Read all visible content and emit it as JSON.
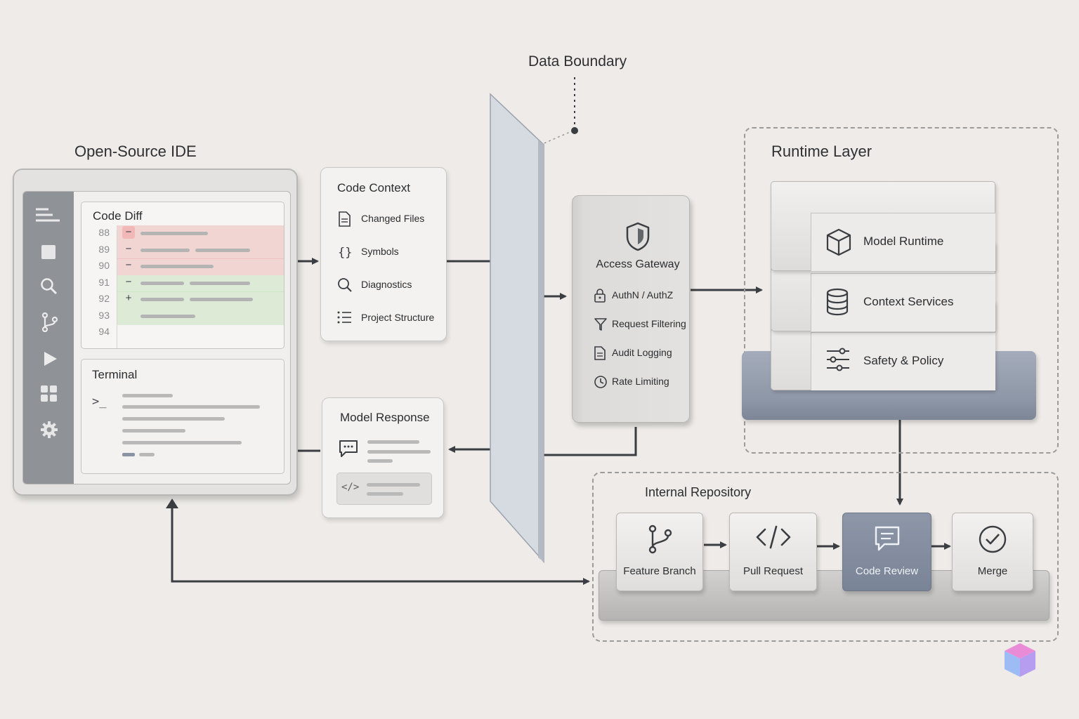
{
  "boundary": {
    "label": "Data Boundary"
  },
  "ide": {
    "title": "Open-Source IDE",
    "sidebar_icons": [
      "explorer-icon",
      "square-icon",
      "search-icon",
      "branch-icon",
      "run-icon",
      "extensions-icon",
      "gear-icon"
    ],
    "code_diff": {
      "title": "Code Diff",
      "lines": [
        {
          "num": "88",
          "mark": "−",
          "type": "removed"
        },
        {
          "num": "89",
          "mark": "−",
          "type": "removed"
        },
        {
          "num": "90",
          "mark": "−",
          "type": "removed"
        },
        {
          "num": "91",
          "mark": "−",
          "type": "added"
        },
        {
          "num": "92",
          "mark": "+",
          "type": "added"
        },
        {
          "num": "93",
          "mark": "",
          "type": "added"
        },
        {
          "num": "94",
          "mark": "",
          "type": "plain"
        }
      ]
    },
    "terminal": {
      "title": "Terminal",
      "prompt": ">_"
    }
  },
  "code_context": {
    "title": "Code Context",
    "items": [
      {
        "icon": "file-icon",
        "label": "Changed Files"
      },
      {
        "icon": "braces-icon",
        "label": "Symbols"
      },
      {
        "icon": "search-icon",
        "label": "Diagnostics"
      },
      {
        "icon": "list-icon",
        "label": "Project Structure"
      }
    ]
  },
  "model_response": {
    "title": "Model Response"
  },
  "gateway": {
    "title": "Access Gateway",
    "items": [
      {
        "icon": "lock-icon",
        "label": "AuthN / AuthZ"
      },
      {
        "icon": "filter-icon",
        "label": "Request Filtering"
      },
      {
        "icon": "document-icon",
        "label": "Audit Logging"
      },
      {
        "icon": "clock-icon",
        "label": "Rate Limiting"
      }
    ]
  },
  "runtime": {
    "title": "Runtime Layer",
    "layers": [
      {
        "icon": "cube-icon",
        "label": "Model Runtime"
      },
      {
        "icon": "database-icon",
        "label": "Context Services"
      },
      {
        "icon": "sliders-icon",
        "label": "Safety & Policy"
      }
    ]
  },
  "repo": {
    "title": "Internal Repository",
    "steps": [
      {
        "icon": "branch-icon",
        "label": "Feature Branch",
        "highlight": false
      },
      {
        "icon": "code-icon",
        "label": "Pull Request",
        "highlight": false
      },
      {
        "icon": "comment-icon",
        "label": "Code Review",
        "highlight": true
      },
      {
        "icon": "check-circle-icon",
        "label": "Merge",
        "highlight": false
      }
    ]
  }
}
